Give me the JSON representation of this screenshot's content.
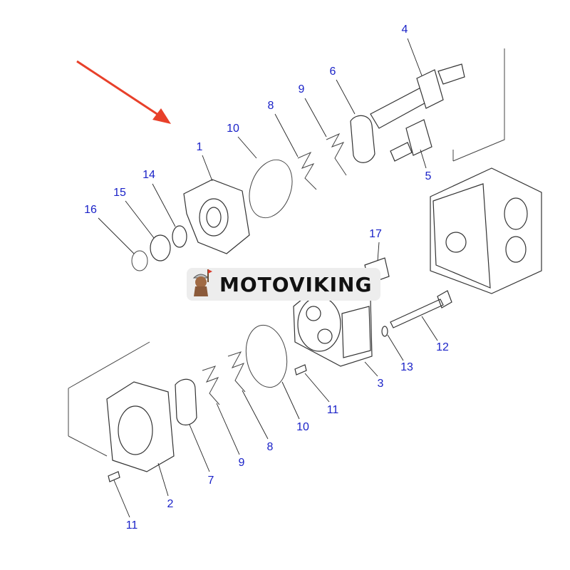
{
  "diagram": {
    "callouts": [
      {
        "id": "4",
        "text": "4"
      },
      {
        "id": "6",
        "text": "6"
      },
      {
        "id": "9a",
        "text": "9"
      },
      {
        "id": "8a",
        "text": "8"
      },
      {
        "id": "10a",
        "text": "10"
      },
      {
        "id": "1",
        "text": "1"
      },
      {
        "id": "14",
        "text": "14"
      },
      {
        "id": "15",
        "text": "15"
      },
      {
        "id": "16",
        "text": "16"
      },
      {
        "id": "5",
        "text": "5"
      },
      {
        "id": "17",
        "text": "17"
      },
      {
        "id": "12",
        "text": "12"
      },
      {
        "id": "13",
        "text": "13"
      },
      {
        "id": "3",
        "text": "3"
      },
      {
        "id": "11a",
        "text": "11"
      },
      {
        "id": "10b",
        "text": "10"
      },
      {
        "id": "8b",
        "text": "8"
      },
      {
        "id": "9b",
        "text": "9"
      },
      {
        "id": "7",
        "text": "7"
      },
      {
        "id": "2",
        "text": "2"
      },
      {
        "id": "11b",
        "text": "11"
      }
    ],
    "label_color": "#1a22c8",
    "arrow_color": "#e8402a"
  },
  "watermark": {
    "text": "MOTOVIKING",
    "icon": "viking-mascot-icon"
  }
}
